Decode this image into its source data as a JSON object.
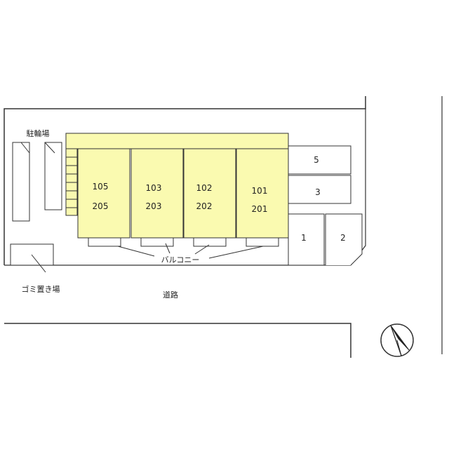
{
  "labels": {
    "bicycle_parking": "駐輪場",
    "garbage_area": "ゴミ置き場",
    "balcony": "バルコニー",
    "road": "道路"
  },
  "units": [
    {
      "upper": "105",
      "lower": "205"
    },
    {
      "upper": "103",
      "lower": "203"
    },
    {
      "upper": "102",
      "lower": "202"
    },
    {
      "upper": "101",
      "lower": "201"
    }
  ],
  "parking_spaces": [
    "5",
    "3",
    "1",
    "2"
  ],
  "colors": {
    "building_fill": "#fafab0",
    "line": "#333333",
    "background": "#ffffff"
  },
  "icons": {
    "compass": "north-arrow-icon"
  }
}
